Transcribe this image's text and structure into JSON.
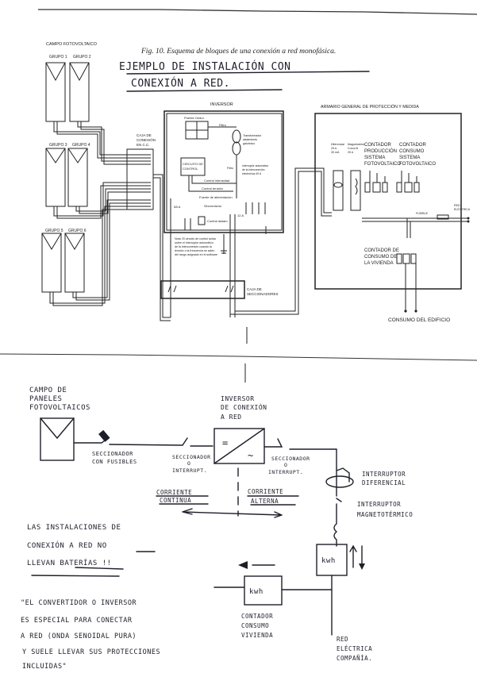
{
  "printed_diagram": {
    "caption": "Fig. 10. Esquema de bloques de una conexión a red monofásica.",
    "handwritten_title": [
      "EJEMPLO DE INSTALACIÓN CON",
      "CONEXIÓN A RED."
    ],
    "pv_field": {
      "label": "CAMPO FOTOVOLTAICO",
      "groups": [
        "GRUPO 1",
        "GRUPO 2",
        "GRUPO 3",
        "GRUPO 4",
        "GRUPO 5",
        "GRUPO 6"
      ]
    },
    "dc_box": [
      "CAJA DE",
      "CONEXIÓN",
      "EN C.C."
    ],
    "inverter": {
      "label": "INVERSOR",
      "labels": {
        "bridge": "Puente Ondul.",
        "filter1": "Filtro",
        "transformer": [
          "Transformador",
          "aislamiento",
          "galvánico"
        ],
        "control": [
          "CIRCUITO DE",
          "CONTROL"
        ],
        "filter2": "Filtro",
        "auto_switch": [
          "Interruptor automático",
          "de la interconexión",
          "electrónica 40 A"
        ],
        "current_control": "Control intensidad",
        "voltage_control": "Control tensión",
        "power_supply": "Fuente de alimentación",
        "sincronismo": "Sincronismo",
        "isolation": "Control aislam.",
        "fuse_dc": "5A A",
        "fuse_ac": "12 A"
      },
      "note": [
        "Nota: El circuito de control actúa",
        "sobre el interruptor automático",
        "de la interconexión cuando la",
        "tensión o la frecuencia se salen",
        "del rango asignado en el software"
      ]
    },
    "disconnect_box": [
      "CAJA DE",
      "SECCIONADORES"
    ],
    "cabinet": {
      "label": "ARMARIO GENERAL DE PROTECCIÓN Y MEDIDA",
      "differential": [
        "Diferencial",
        "25 A",
        "30 mA"
      ],
      "magnetothermal": [
        "Magnetotérm.",
        "Curva B",
        "25 A"
      ],
      "meter_production": [
        "CONTADOR",
        "PRODUCCIÓN",
        "SISTEMA",
        "FOTOVOLTAICO"
      ],
      "meter_consumption": [
        "CONTADOR",
        "CONSUMO",
        "SISTEMA",
        "FOTOVOLTAICO"
      ],
      "meter_home": [
        "CONTADOR DE",
        "CONSUMO DE",
        "LA VIVIENDA"
      ],
      "fuse": "FUSIBLE",
      "grid": [
        "RED",
        "ELÉCTRICA"
      ]
    },
    "building_consumption": "CONSUMO DEL EDIFICIO"
  },
  "hand_diagram": {
    "pv_label": [
      "CAMPO DE",
      "PANELES",
      "FOTOVOLTAICOS"
    ],
    "fused_disconnector": [
      "SECCIONADOR",
      "CON FUSIBLES"
    ],
    "disconnector_dc": [
      "SECCIONADOR",
      "O",
      "INTERRUPT."
    ],
    "inverter_label": [
      "INVERSOR",
      "DE CONEXIÓN",
      "A RED"
    ],
    "inverter_symbols": {
      "dc": "=",
      "ac": "~"
    },
    "disconnector_ac": [
      "SECCIONADOR",
      "O",
      "INTERRUPT."
    ],
    "dc_current": [
      "CORRIENTE",
      "CONTINUA"
    ],
    "ac_current": [
      "CORRIENTE",
      "ALTERNA"
    ],
    "differential": [
      "INTERRUPTOR",
      "DIFERENCIAL"
    ],
    "magnetothermal": [
      "INTERRUPTOR",
      "MAGNETOTÉRMICO"
    ],
    "grid_meter": "kwh",
    "home_meter": "kwh",
    "home_meter_label": [
      "CONTADOR",
      "CONSUMO",
      "VIVIENDA"
    ],
    "grid_label": [
      "RED",
      "ELÉCTRICA",
      "COMPAÑÍA."
    ]
  },
  "notes": {
    "note1": [
      "LAS INSTALACIONES DE",
      "CONEXIÓN A RED NO",
      "LLEVAN BATERÍAS !!"
    ],
    "note2": [
      "\"EL CONVERTIDOR O INVERSOR",
      "ES ESPECIAL PARA CONECTAR",
      "A RED (ONDA SENOIDAL PURA)",
      "Y SUELE LLEVAR SUS PROTECCIONES",
      "INCLUIDAS\""
    ]
  }
}
